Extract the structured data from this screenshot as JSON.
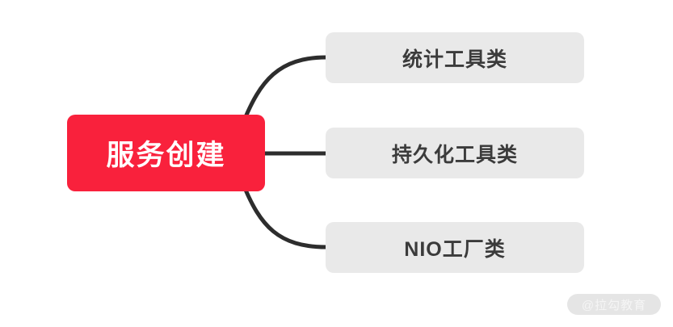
{
  "diagram": {
    "type": "mindmap",
    "root": {
      "label": "服务创建"
    },
    "children": [
      {
        "label": "统计工具类"
      },
      {
        "label": "持久化工具类"
      },
      {
        "label": "NIO工厂类"
      }
    ]
  },
  "watermark": {
    "text": "@拉勾教育"
  },
  "colors": {
    "canvas_bg": "#ffffff",
    "root_bg": "#f9213c",
    "root_text": "#ffffff",
    "child_bg": "#e9e9e9",
    "child_text": "#3b3b3b",
    "connector": "#2d2d2d",
    "watermark_bg": "#e5e5e5",
    "watermark_text": "#f5f5f5"
  }
}
